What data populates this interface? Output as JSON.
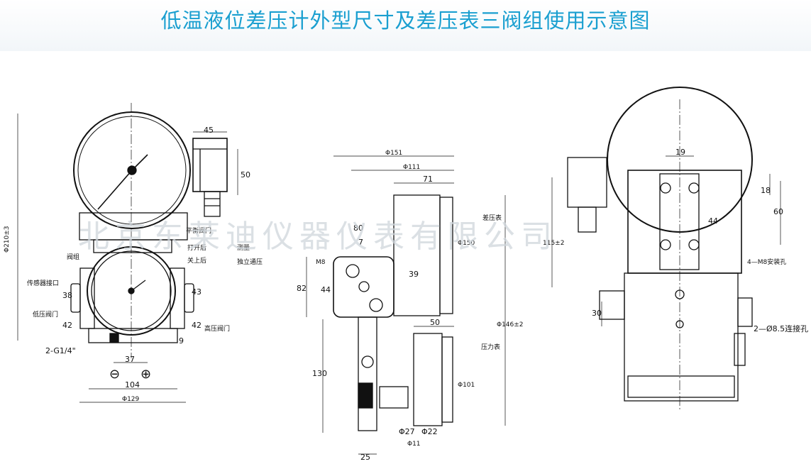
{
  "title": "低温液位差压计外型尺寸及差压表三阀组使用示意图",
  "watermark": "北京东莱迪仪器仪表有限公司",
  "left_view": {
    "dims": {
      "d45": "45",
      "d50": "50",
      "height": "Φ210±3",
      "d38": "38",
      "d43": "43",
      "d42a": "42",
      "d42b": "42",
      "d9": "9",
      "d37": "37",
      "d104": "104",
      "d129": "Φ129"
    },
    "labels": {
      "valve_group": "阀组",
      "balance_valve": "平衡阀门",
      "open_after": "打开后",
      "close_after": "关上后",
      "measure": "测量",
      "independent": "独立通压",
      "sensor_port": "传感器接口",
      "low_valve": "低压阀门",
      "high_valve": "高压阀门",
      "thread": "2-G1/4\"",
      "minus": "⊖",
      "plus": "⊕"
    }
  },
  "middle_view": {
    "dims": {
      "d151": "Φ151",
      "d111": "Φ111",
      "d71": "71",
      "d80": "80",
      "d7": "7",
      "d39": "39",
      "m8": "M8",
      "d44": "44",
      "d82": "82",
      "d150": "Φ150",
      "d146": "Φ146±2",
      "d50": "50",
      "d101": "Φ101",
      "d130": "130",
      "d27": "Φ27",
      "d22": "Φ22",
      "d11": "Φ11",
      "d25": "25"
    },
    "labels": {
      "diff_gauge": "差压表",
      "pressure_gauge": "压力表"
    }
  },
  "right_view": {
    "dims": {
      "d19": "19",
      "d18": "18",
      "d60": "60",
      "d44": "44",
      "d115": "115±2",
      "d30": "30"
    },
    "labels": {
      "m8_holes": "4—M8安装孔",
      "conn_holes": "2—Ø8.5连接孔"
    }
  }
}
